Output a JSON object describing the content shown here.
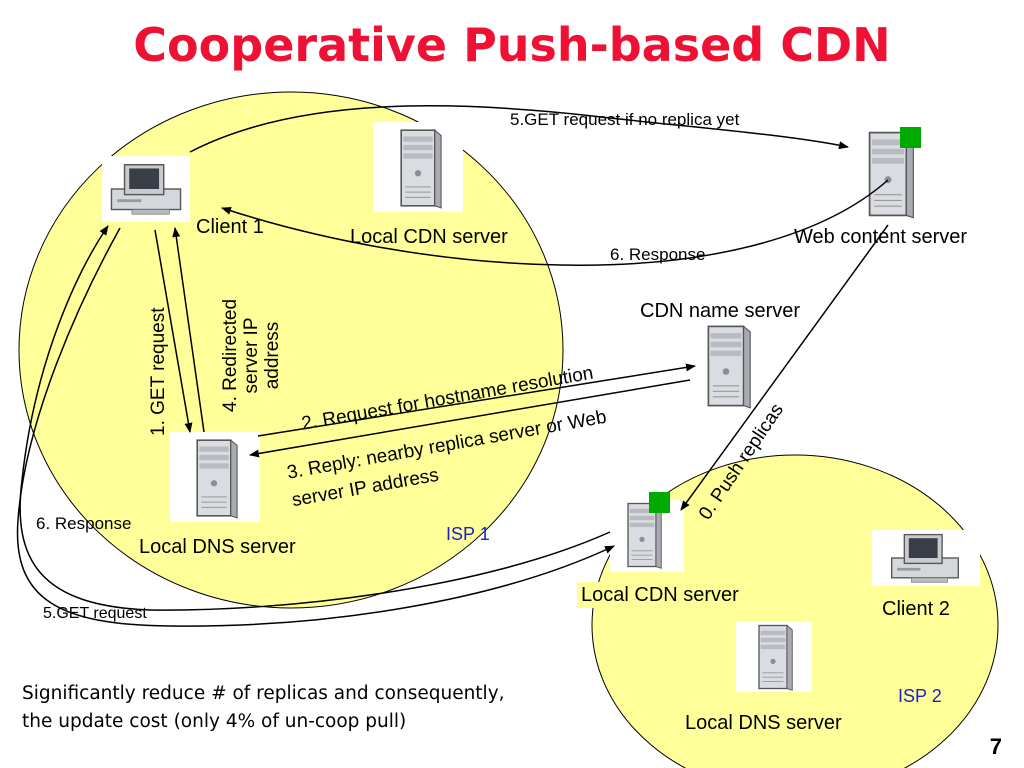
{
  "title": "Cooperative Push-based CDN",
  "labels": {
    "client1": "Client 1",
    "local_cdn_1": "Local CDN server",
    "web_content_server": "Web content server",
    "cdn_name_server": "CDN name server",
    "local_dns_1": "Local DNS server",
    "local_cdn_2": "Local CDN server",
    "client2": "Client 2",
    "local_dns_2": "Local DNS server",
    "isp1": "ISP 1",
    "isp2": "ISP 2"
  },
  "arrows": {
    "step5_top": "5.GET request if no replica yet",
    "step6_top": "6. Response",
    "step1": "1. GET request",
    "step4_line1": "4. Redirected",
    "step4_line2": "server  IP",
    "step4_line3": "address",
    "step2": "2. Request for hostname resolution",
    "step3_line1": "3. Reply: nearby replica server or Web",
    "step3_line2": "server IP address",
    "step0": "0. Push replicas",
    "step6_left": "6. Response",
    "step5_bottom": "5.GET request"
  },
  "note": {
    "line1": "Significantly reduce # of replicas and consequently,",
    "line2": "the update cost (only 4% of un-coop pull)"
  },
  "page_number": "7",
  "colors": {
    "title": "#ee1133",
    "isp_region": "#ffff99",
    "isp_text": "#1a22cc",
    "replica_marker": "#00aa00"
  }
}
